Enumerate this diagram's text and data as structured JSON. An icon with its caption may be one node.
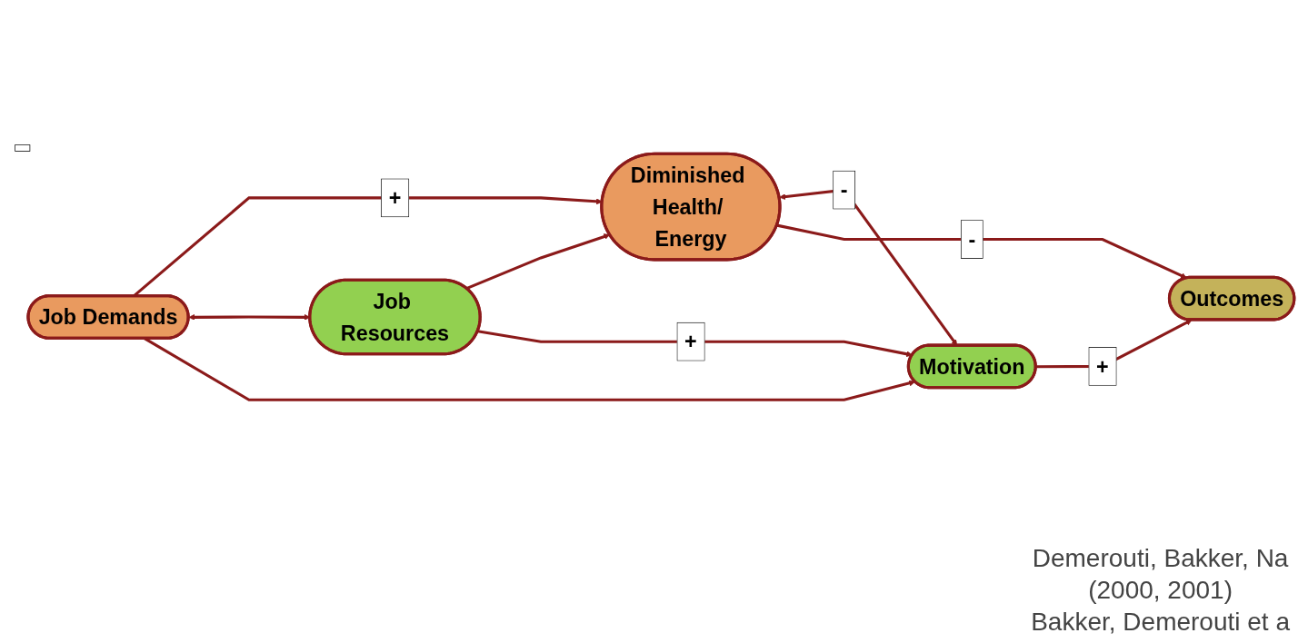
{
  "diagram": {
    "nodes": [
      {
        "text": [
          "Job Demands"
        ]
      },
      {
        "text": [
          "Diminished Health/ Energy"
        ]
      },
      {
        "text": [
          "Outcomes"
        ]
      },
      {
        "text": [
          "Job Resources"
        ]
      },
      {
        "text": [
          "Motivation"
        ]
      }
    ],
    "edges": [
      {
        "from": 0,
        "to": 1,
        "arrow": "to",
        "label": "+"
      },
      {
        "from": 3,
        "to": 1,
        "arrow": "to"
      },
      {
        "from": 0,
        "to": 3,
        "arrow": "both"
      },
      {
        "from": 0,
        "to": 4,
        "arrow": "to"
      },
      {
        "from": 3,
        "to": 4,
        "arrow": "to",
        "label": "+"
      },
      {
        "from": 1,
        "to": 4,
        "arrow": "both",
        "label": "-"
      },
      {
        "from": 1,
        "to": 2,
        "arrow": "to",
        "label": "-"
      },
      {
        "from": 4,
        "to": 2,
        "arrow": "to",
        "label": "+"
      }
    ],
    "labels": [
      "Demerouti, Bakker, Na",
      "(2000, 2001)",
      "Bakker, Demerouti et a"
    ]
  }
}
